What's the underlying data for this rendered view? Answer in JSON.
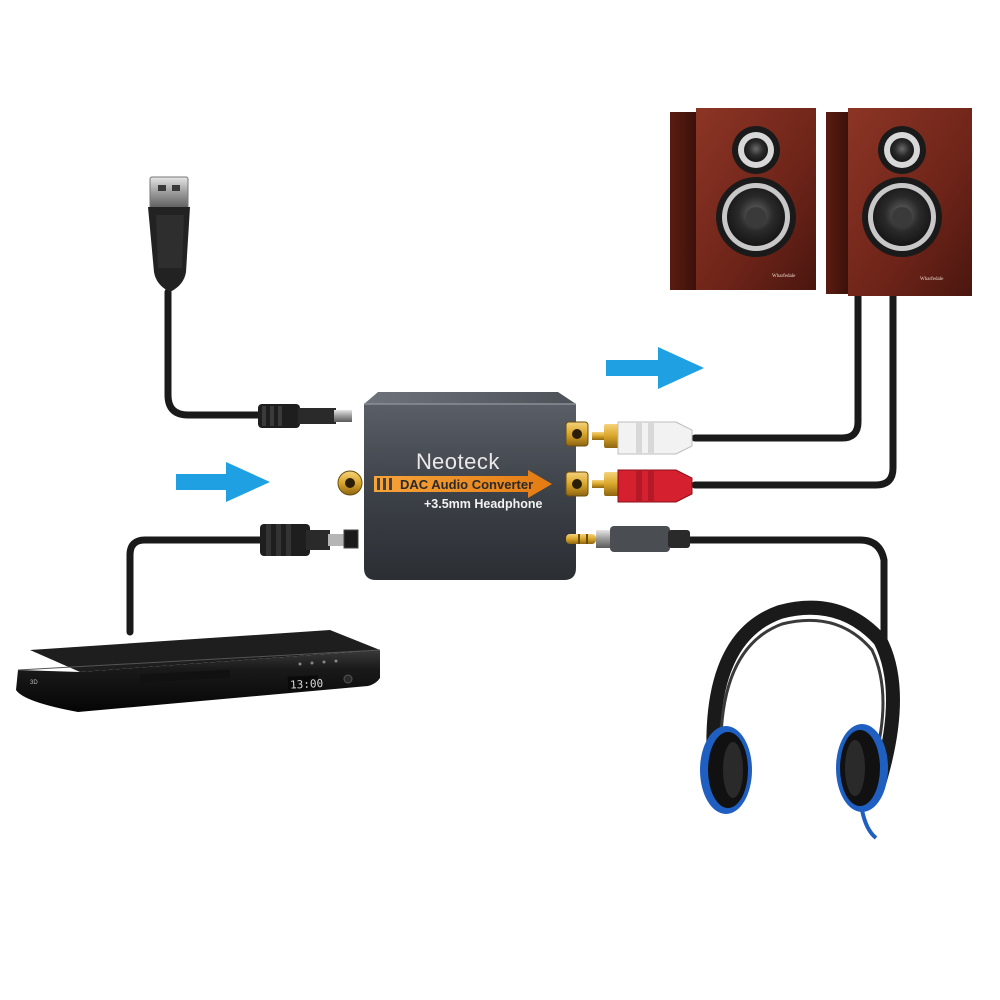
{
  "device": {
    "brand": "eoteck",
    "brand_initial": "N",
    "label_line1": "DAC Audio Converter",
    "label_line2": "+3.5mm Headphone"
  },
  "player": {
    "display_text": "13:00",
    "logo_text": "3D"
  },
  "speakers": {
    "logo_text": "Wharfedale"
  },
  "colors": {
    "arrow": "#1ea0e3",
    "label_band": "#f08c1e",
    "converter_body": "#3d4148",
    "speaker_wood": "#7a2a1f",
    "headphone_accent": "#1f5fc2",
    "gold_jack": "#d9a62a",
    "rca_red": "#d4202f",
    "rca_white": "#f2f2f2"
  },
  "icons": [
    "usb-plug-icon",
    "optical-toslink-plug-icon",
    "rca-plug-icon",
    "headphone-jack-icon",
    "flow-arrow-icon"
  ]
}
